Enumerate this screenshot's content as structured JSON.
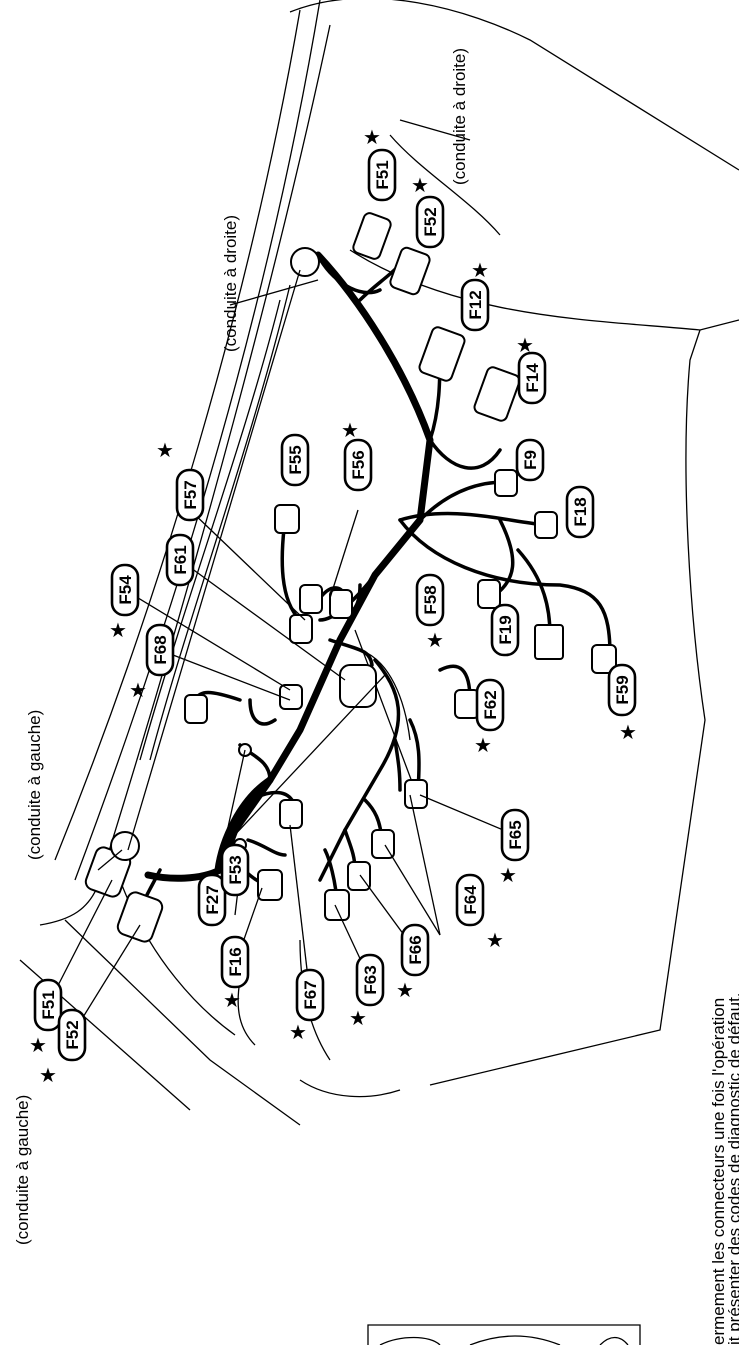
{
  "side_labels": {
    "left_bottom": "(conduite à gauche)",
    "left_middle": "(conduite à gauche)",
    "right_middle": "(conduite à droite)",
    "right_top": "(conduite à droite)"
  },
  "footnote": {
    "line1": "ermement les connecteurs une fois l'opération",
    "line2": "it présenter des codes de diagnostic de défaut."
  },
  "connectors": [
    {
      "id": "F51",
      "label": "F51",
      "starred": true
    },
    {
      "id": "F52",
      "label": "F52",
      "starred": true
    },
    {
      "id": "F16",
      "label": "F16",
      "starred": true
    },
    {
      "id": "F67",
      "label": "F67",
      "starred": true
    },
    {
      "id": "F63",
      "label": "F63",
      "starred": true
    },
    {
      "id": "F66",
      "label": "F66",
      "starred": true
    },
    {
      "id": "F27",
      "label": "F27",
      "starred": false
    },
    {
      "id": "F53",
      "label": "F53",
      "starred": false
    },
    {
      "id": "F64",
      "label": "F64",
      "starred": true
    },
    {
      "id": "F65",
      "label": "F65",
      "starred": true
    },
    {
      "id": "F68",
      "label": "F68",
      "starred": true
    },
    {
      "id": "F54",
      "label": "F54",
      "starred": true
    },
    {
      "id": "F62",
      "label": "F62",
      "starred": true
    },
    {
      "id": "F61",
      "label": "F61",
      "starred": false
    },
    {
      "id": "F57",
      "label": "F57",
      "starred": true
    },
    {
      "id": "F58",
      "label": "F58",
      "starred": true
    },
    {
      "id": "F19",
      "label": "F19",
      "starred": false
    },
    {
      "id": "F59",
      "label": "F59",
      "starred": true
    },
    {
      "id": "F55",
      "label": "F55",
      "starred": false
    },
    {
      "id": "F56",
      "label": "F56",
      "starred": true
    },
    {
      "id": "F18",
      "label": "F18",
      "starred": false
    },
    {
      "id": "F9",
      "label": "F9",
      "starred": false
    },
    {
      "id": "F14",
      "label": "F14",
      "starred": true
    },
    {
      "id": "F12",
      "label": "F12",
      "starred": true
    },
    {
      "id": "F51R",
      "label": "F51",
      "starred": true
    },
    {
      "id": "F52R",
      "label": "F52",
      "starred": true
    }
  ]
}
